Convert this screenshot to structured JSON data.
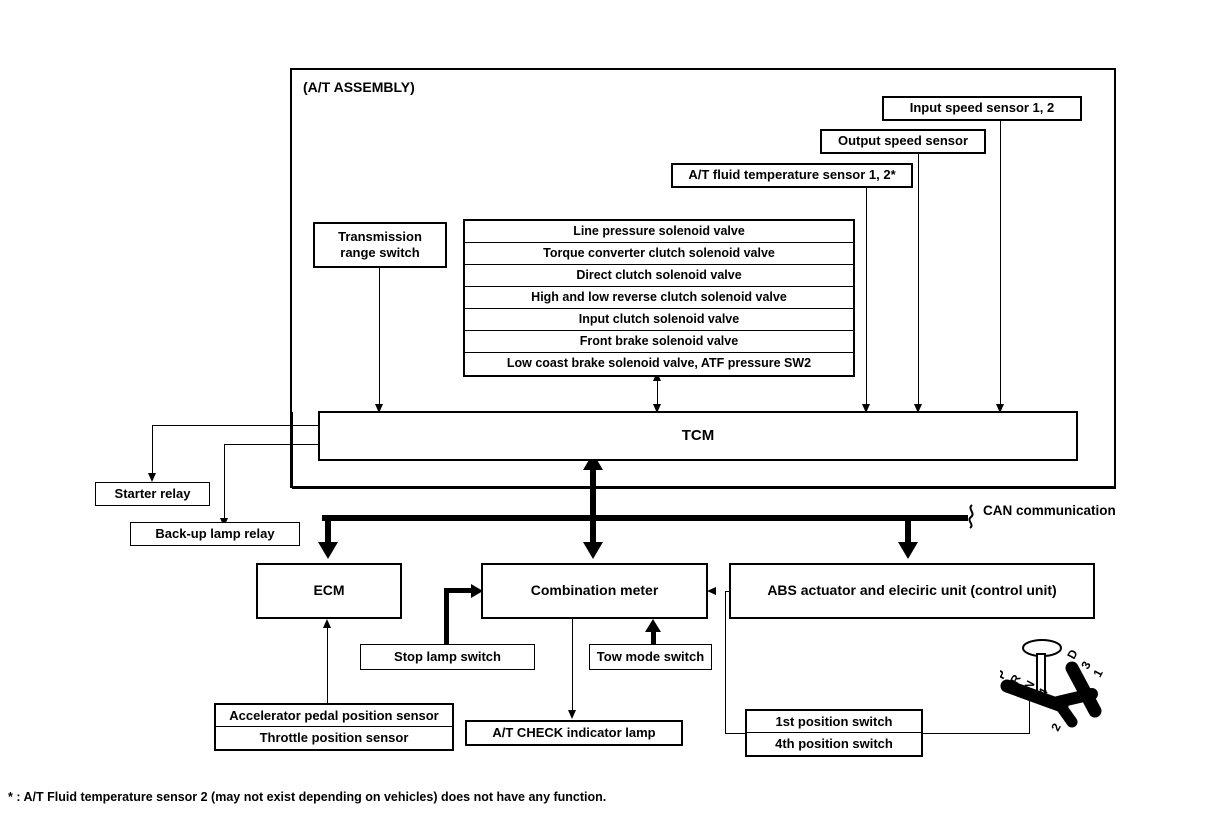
{
  "diagram": {
    "assembly_label": "(A/T ASSEMBLY)",
    "can_label": "CAN communication",
    "footnote": "* : A/T Fluid temperature sensor 2 (may not exist depending on vehicles) does not have any function."
  },
  "sensors": {
    "input_speed": "Input speed sensor 1, 2",
    "output_speed": "Output speed sensor",
    "at_fluid_temp": "A/T fluid temperature sensor 1, 2*",
    "transmission_range": "Transmission range switch",
    "transmission_range_line1": "Transmission",
    "transmission_range_line2": "range switch"
  },
  "solenoids": [
    "Line pressure solenoid valve",
    "Torque converter clutch solenoid valve",
    "Direct clutch solenoid valve",
    "High and low reverse clutch solenoid valve",
    "Input clutch solenoid valve",
    "Front brake solenoid valve",
    "Low coast brake solenoid valve, ATF pressure SW2"
  ],
  "controllers": {
    "tcm": "TCM",
    "ecm": "ECM",
    "combination_meter": "Combination meter",
    "abs": "ABS actuator and eleciric unit (control unit)"
  },
  "relays": {
    "starter": "Starter relay",
    "backup_lamp": "Back-up lamp relay"
  },
  "switches": {
    "stop_lamp": "Stop lamp switch",
    "tow_mode": "Tow mode switch",
    "at_check_lamp": "A/T CHECK indicator lamp",
    "position_1st": "1st position switch",
    "position_4th": "4th position switch"
  },
  "pedal_sensors": [
    "Accelerator pedal position sensor",
    "Throttle position sensor"
  ],
  "shift_gate": {
    "positions_left": [
      "P",
      "R",
      "N",
      "4"
    ],
    "positions_right": [
      "D",
      "3",
      "1"
    ],
    "positions_lower": [
      "2"
    ]
  },
  "colors": {
    "line": "#000000",
    "background": "#ffffff"
  }
}
